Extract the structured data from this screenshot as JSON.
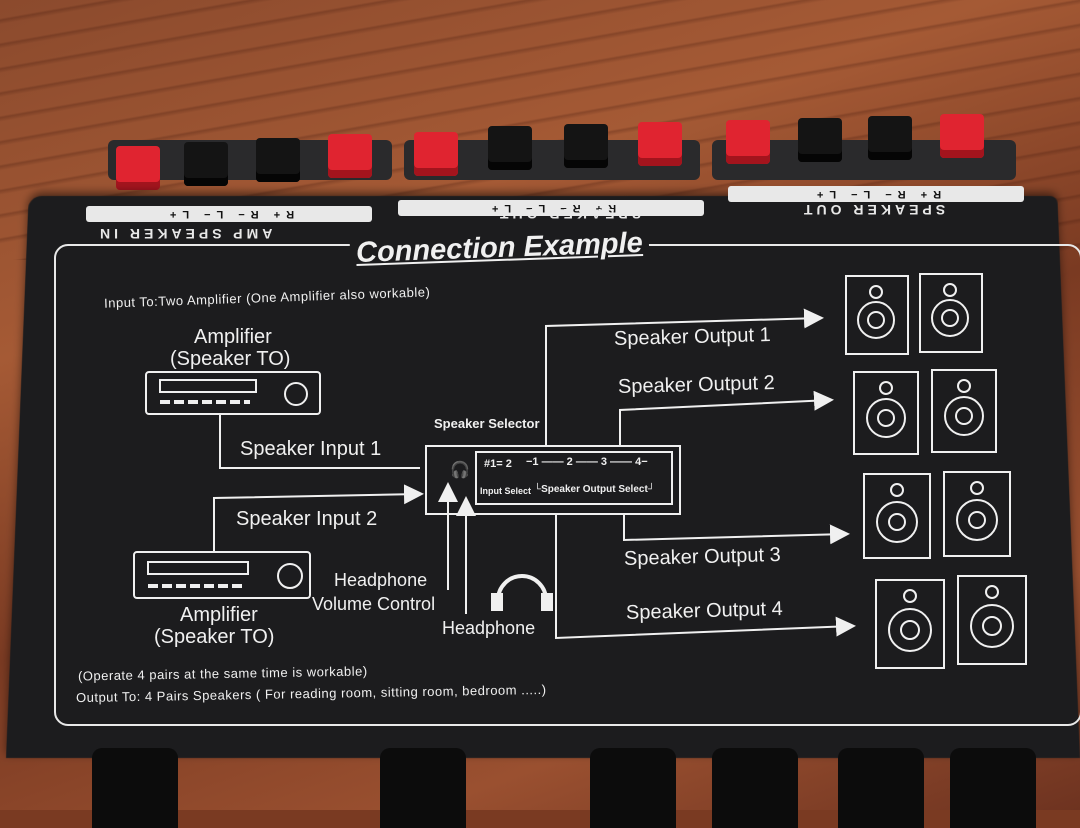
{
  "device": {
    "panel_title": "Connection Example",
    "input_note": "Input To:Two Amplifier (One Amplifier also workable)",
    "operate_note": "(Operate 4 pairs at the same time is workable)",
    "output_note": "Output To: 4 Pairs Speakers ( For reading room, sitting room, bedroom .....)",
    "terminal_groups": [
      {
        "name": "AMP SPEAKER IN",
        "polarity": "R+   R−   L−   L+"
      },
      {
        "name": "SPEAKER OUT",
        "polarity": "R+   R−   L−   L+"
      },
      {
        "name": "SPEAKER OUT",
        "polarity": "R+   R−   L−   L+"
      }
    ],
    "amplifier_top": "Amplifier",
    "amplifier_top_sub": "(Speaker TO)",
    "amplifier_bottom": "Amplifier",
    "amplifier_bottom_sub": "(Speaker TO)",
    "speaker_input_1": "Speaker Input 1",
    "speaker_input_2": "Speaker Input 2",
    "selector_title": "Speaker Selector",
    "selector_inputs": "#1= 2",
    "selector_channels": "−1 —— 2 —— 3 —— 4−",
    "selector_input_label": "Input Select",
    "selector_output_label": "└Speaker Output Select┘",
    "headphone_volume_1": "Headphone",
    "headphone_volume_2": "Volume Control",
    "headphone": "Headphone",
    "outputs": [
      "Speaker Output 1",
      "Speaker Output 2",
      "Speaker Output 3",
      "Speaker Output 4"
    ]
  },
  "colors": {
    "device_body": "#1c1c1e",
    "print": "#f0f0f0",
    "terminal_red": "#e02430",
    "terminal_black": "#141414",
    "wood": "#8b4a2d"
  }
}
